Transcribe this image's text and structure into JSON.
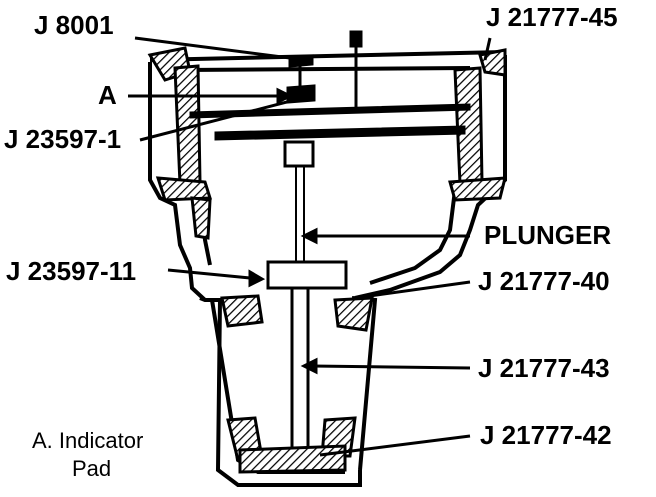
{
  "labels": {
    "j8001": "J 8001",
    "j21777_45": "J 21777-45",
    "a": "A",
    "j23597_1": "J 23597-1",
    "plunger": "PLUNGER",
    "j23597_11": "J 23597-11",
    "j21777_40": "J 21777-40",
    "j21777_43": "J 21777-43",
    "j21777_42": "J 21777-42"
  },
  "caption": {
    "line1": "A.  Indicator",
    "line2": "Pad"
  }
}
